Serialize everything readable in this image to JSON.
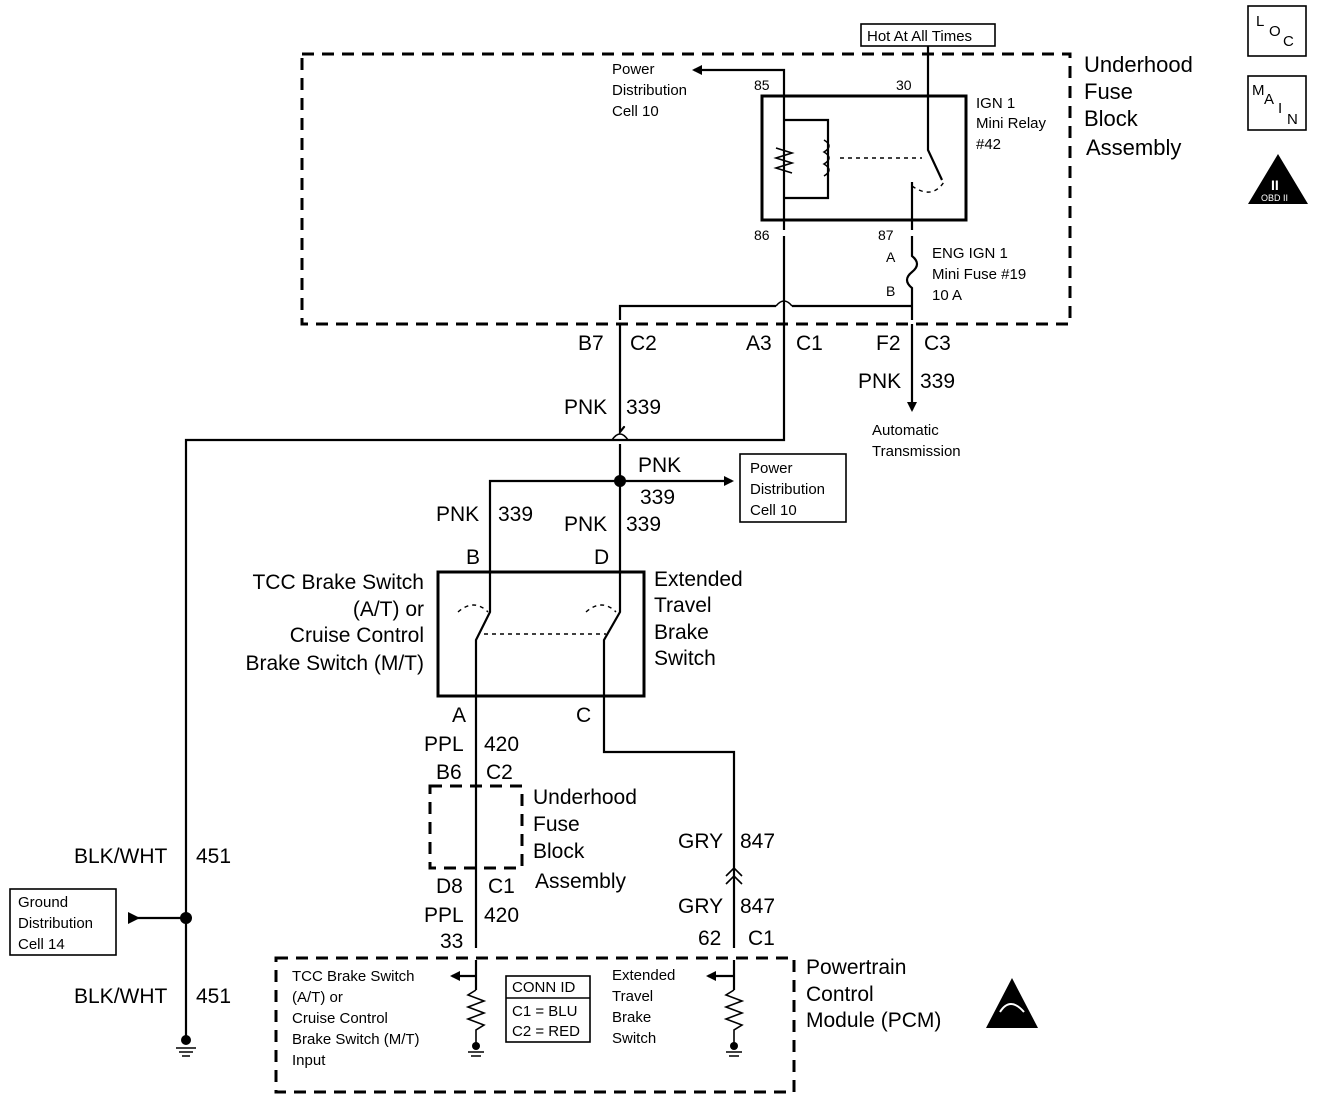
{
  "icons": {
    "loc": {
      "top": "L",
      "mid": "O",
      "bot": "C"
    },
    "main": {
      "a": "M",
      "b": "A",
      "c": "I",
      "d": "N"
    },
    "obd": {
      "numeral": "II",
      "label": "OBD II"
    }
  },
  "hot_at_all_times": "Hot At All Times",
  "underhood_fuse_block_top": [
    "Underhood",
    "Fuse",
    "Block",
    "Assembly"
  ],
  "relay": {
    "label": [
      "IGN 1",
      "Mini Relay",
      "#42"
    ],
    "pin85": "85",
    "pin30": "30",
    "pin86": "86",
    "pin87": "87"
  },
  "fuse": {
    "label": [
      "ENG IGN 1",
      "Mini Fuse #19",
      "10 A"
    ],
    "pinA": "A",
    "pinB": "B"
  },
  "power_dist_top": [
    "Power",
    "Distribution",
    "Cell 10"
  ],
  "connectors_top": {
    "b7": "B7",
    "c2": "C2",
    "a3": "A3",
    "c1": "C1",
    "f2": "F2",
    "c3": "C3"
  },
  "wires": {
    "pnk": "PNK",
    "n339": "339",
    "ppl": "PPL",
    "n420": "420",
    "gry": "GRY",
    "n847": "847",
    "blkwht": "BLK/WHT",
    "n451": "451"
  },
  "automatic_transmission": [
    "Automatic",
    "Transmission"
  ],
  "power_dist_box": [
    "Power",
    "Distribution",
    "Cell 10"
  ],
  "switch": {
    "pinB": "B",
    "pinD": "D",
    "pinA": "A",
    "pinC": "C",
    "left_label": [
      "TCC Brake Switch",
      "(A/T) or",
      "Cruise Control",
      "Brake Switch (M/T)"
    ],
    "right_label": [
      "Extended",
      "Travel",
      "Brake",
      "Switch"
    ]
  },
  "mid_connectors": {
    "b6": "B6",
    "c2": "C2",
    "d8": "D8",
    "c1": "C1"
  },
  "underhood_fuse_block_mid": [
    "Underhood",
    "Fuse",
    "Block",
    "Assembly"
  ],
  "ground_dist": [
    "Ground",
    "Distribution",
    "Cell 14"
  ],
  "pcm": {
    "pin33": "33",
    "pin62": "62",
    "c1": "C1",
    "left_input": [
      "TCC Brake Switch",
      "(A/T) or",
      "Cruise Control",
      "Brake Switch (M/T)",
      "Input"
    ],
    "conn_id": [
      "CONN ID",
      "C1 = BLU",
      "C2 = RED"
    ],
    "right_input": [
      "Extended",
      "Travel",
      "Brake",
      "Switch"
    ],
    "label": [
      "Powertrain",
      "Control",
      "Module (PCM)"
    ]
  }
}
